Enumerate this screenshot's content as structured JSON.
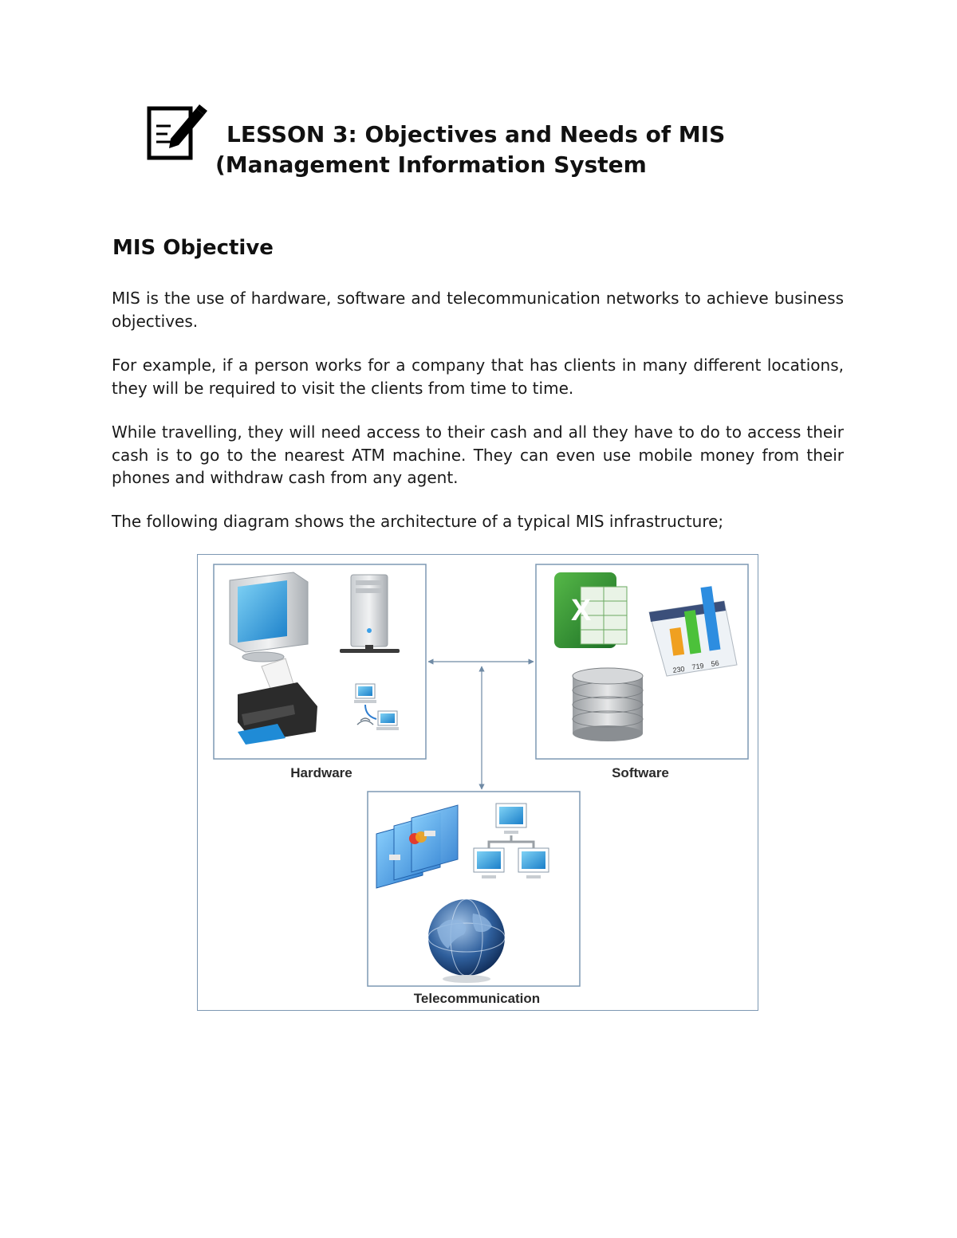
{
  "lesson": {
    "title_line1": "LESSON 3: Objectives and Needs of MIS",
    "title_line2": "(Management Information System"
  },
  "section": {
    "heading": "MIS Objective"
  },
  "paragraphs": [
    "MIS is the use of hardware, software and telecommunication networks to achieve business objectives.",
    "For example, if a person works for a company that has clients in many different locations, they will be required to visit the clients from time to time.",
    "While travelling, they will need access to their cash and all they have to do to access their cash is to go to the nearest ATM machine. They can even use mobile money from their phones and withdraw cash from any agent.",
    "The following diagram shows the architecture of a typical MIS infrastructure;"
  ],
  "diagram": {
    "hardware_label": "Hardware",
    "software_label": "Software",
    "telecom_label": "Telecommunication",
    "excel_letter": "X",
    "spreadsheet_numbers": [
      "230",
      "719",
      "56"
    ],
    "icons": [
      "monitor-icon",
      "server-icon",
      "printer-icon",
      "network-computers-icon",
      "excel-icon",
      "bar-chart-icon",
      "database-icon",
      "credit-cards-icon",
      "network-icon",
      "globe-icon"
    ],
    "colors": {
      "border": "#7d98b3",
      "arrow": "#6f8aa5"
    }
  }
}
